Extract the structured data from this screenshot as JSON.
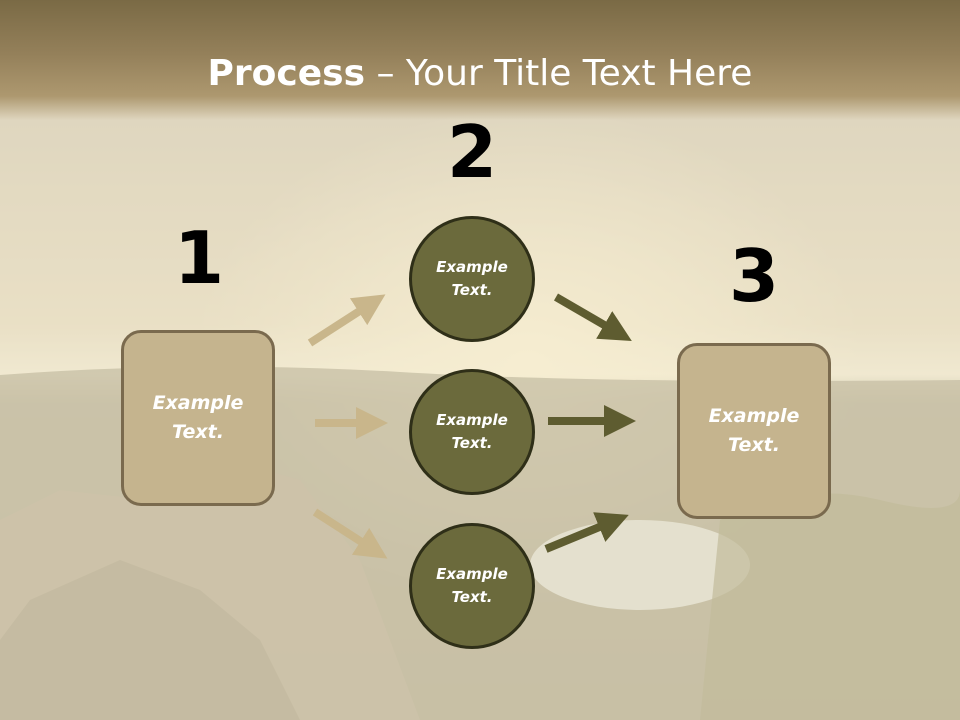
{
  "title": {
    "bold": "Process",
    "rest": " – Your Title Text Here"
  },
  "steps": {
    "one": "1",
    "two": "2",
    "three": "3"
  },
  "left_box": {
    "label": "Example Text."
  },
  "right_box": {
    "label": "Example Text."
  },
  "circles": [
    {
      "label": "Example Text."
    },
    {
      "label": "Example Text."
    },
    {
      "label": "Example Text."
    }
  ],
  "colors": {
    "banner": "#8f7c55",
    "box_fill": "#c5b48e",
    "circle_fill": "#6b6a3c",
    "arrow_light": "#c9b68b",
    "arrow_dark": "#5e5c30"
  }
}
